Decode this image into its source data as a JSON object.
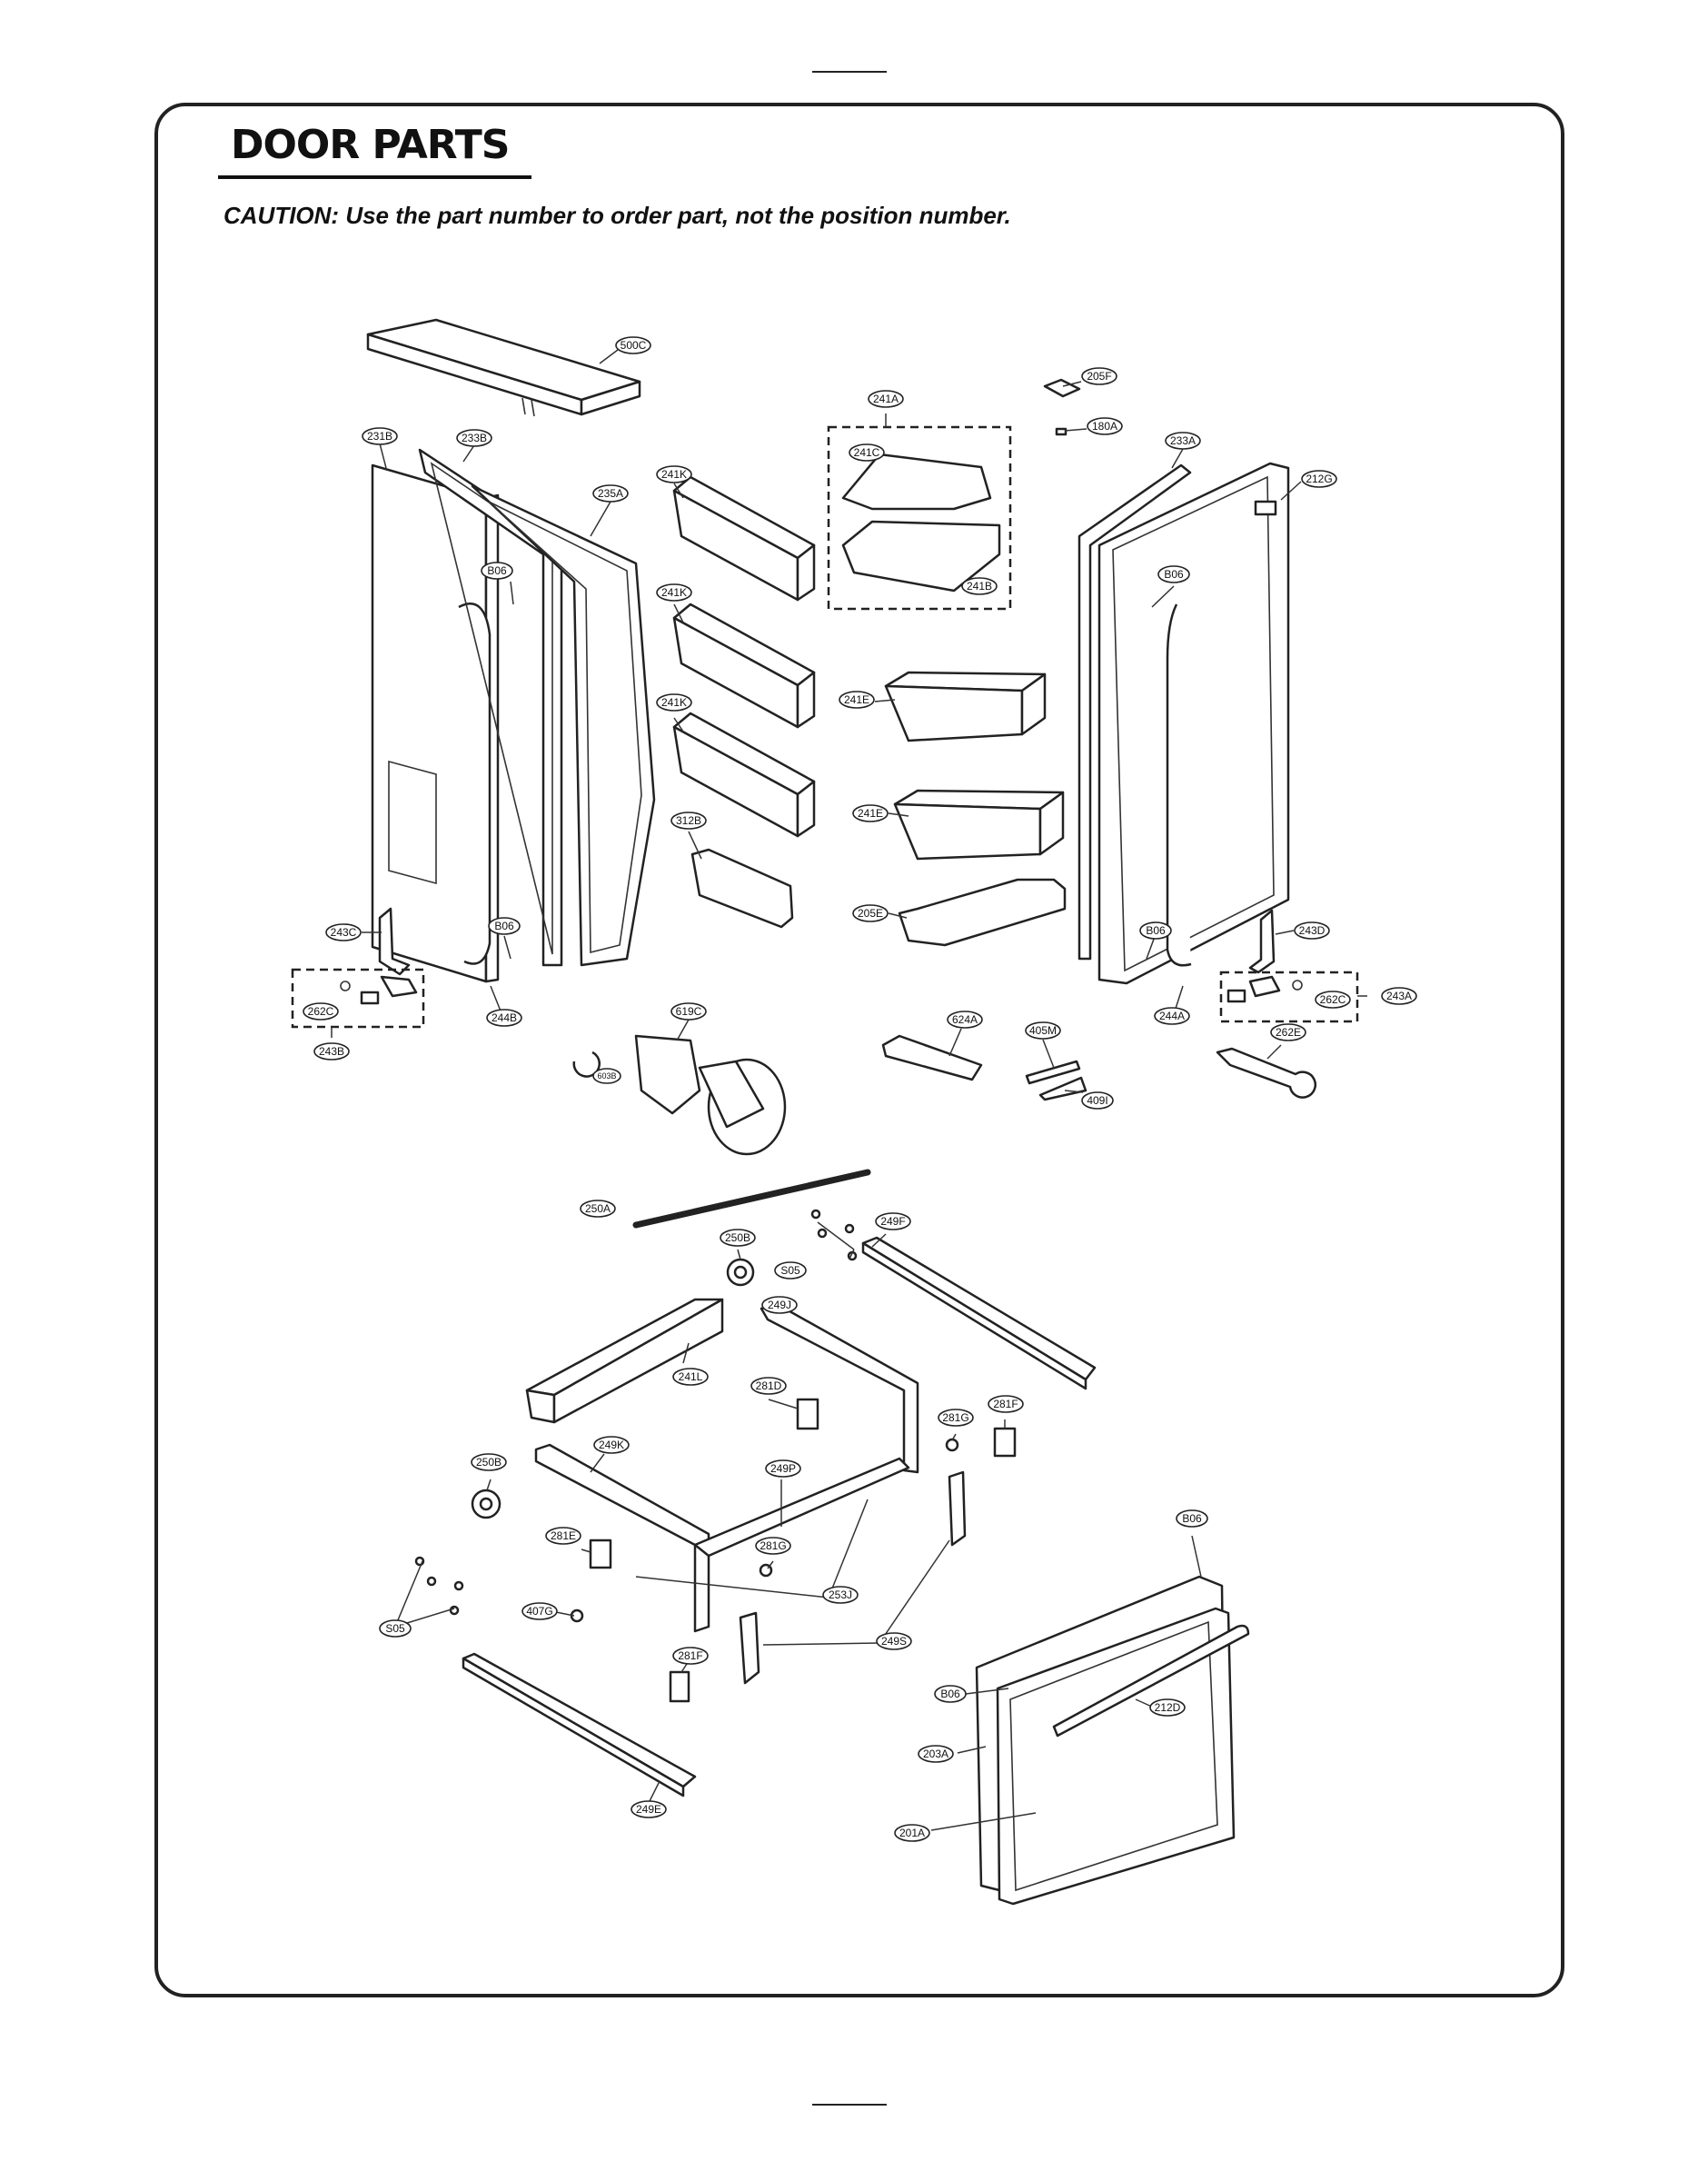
{
  "page": {
    "title": "DOOR PARTS",
    "caution": "CAUTION: Use the part number to order part, not the position number."
  },
  "callouts": {
    "500C": "500C",
    "205F": "205F",
    "241A": "241A",
    "180A": "180A",
    "231B": "231B",
    "233B": "233B",
    "233A": "233A",
    "212G": "212G",
    "241K_1": "241K",
    "241C": "241C",
    "235A": "235A",
    "B06_1": "B06",
    "241B": "241B",
    "B06_2": "B06",
    "241K_2": "241K",
    "241E_1": "241E",
    "241K_3": "241K",
    "241E_2": "241E",
    "312B": "312B",
    "205E": "205E",
    "243C": "243C",
    "B06_3": "B06",
    "B06_4": "B06",
    "243D": "243D",
    "262C_1": "262C",
    "244B": "244B",
    "262C_2": "262C",
    "243A": "243A",
    "243B": "243B",
    "619C": "619C",
    "624A": "624A",
    "405M": "405M",
    "244A": "244A",
    "262E": "262E",
    "603B": "603B",
    "409I": "409I",
    "250A": "250A",
    "250B_1": "250B",
    "249F": "249F",
    "S05_1": "S05",
    "249J": "249J",
    "241L": "241L",
    "281D": "281D",
    "281F_1": "281F",
    "281G_1": "281G",
    "250B_2": "250B",
    "249K": "249K",
    "249P": "249P",
    "B06_5": "B06",
    "281E": "281E",
    "281G_2": "281G",
    "253J": "253J",
    "407G": "407G",
    "S05_2": "S05",
    "249S": "249S",
    "281F_2": "281F",
    "B06_6": "B06",
    "212D": "212D",
    "203A": "203A",
    "201A": "201A",
    "249E": "249E"
  }
}
